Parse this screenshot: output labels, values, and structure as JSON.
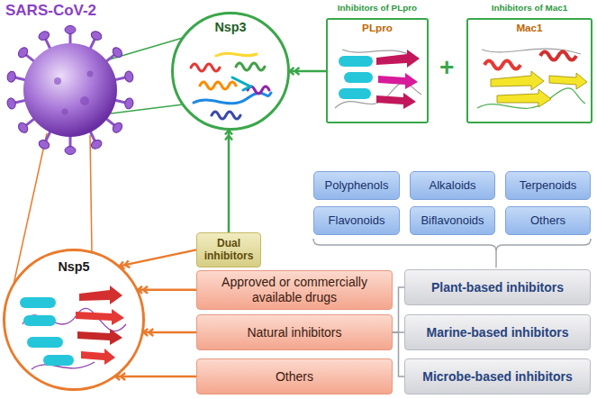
{
  "diagram": {
    "nodes": [
      {
        "text": [
          "Nsp3"
        ]
      },
      {
        "text": [
          "Inhibitors of PLpro",
          "PLpro"
        ]
      },
      {
        "text": [
          "Inhibitors of Mac1",
          "Mac1"
        ]
      },
      {
        "text": [
          "Polyphenols"
        ]
      },
      {
        "text": [
          "Alkaloids"
        ]
      },
      {
        "text": [
          "Terpenoids"
        ]
      },
      {
        "text": [
          "Flavonoids"
        ]
      },
      {
        "text": [
          "Biflavonoids"
        ]
      },
      {
        "text": [
          "Others"
        ]
      },
      {
        "text": [
          "Dual inhibitors"
        ]
      },
      {
        "text": [
          "Nsp5"
        ]
      },
      {
        "text": [
          "Approved or commercially available drugs"
        ]
      },
      {
        "text": [
          "Plant-based inhibitors"
        ]
      },
      {
        "text": [
          "Natural inhibitors"
        ]
      },
      {
        "text": [
          "Marine-based inhibitors"
        ]
      },
      {
        "text": [
          "Others"
        ]
      },
      {
        "text": [
          "Microbe-based inhibitors"
        ]
      }
    ],
    "edges": [
      {
        "from": 1,
        "to": 0,
        "arrow": "to"
      },
      {
        "from": 9,
        "to": 0,
        "arrow": "to"
      },
      {
        "from": 9,
        "to": 10,
        "arrow": "to"
      },
      {
        "from": 11,
        "to": 10,
        "arrow": "to"
      },
      {
        "from": 13,
        "to": 10,
        "arrow": "to"
      },
      {
        "from": 15,
        "to": 10,
        "arrow": "to"
      },
      {
        "from": 13,
        "to": 12,
        "arrow": "none"
      },
      {
        "from": 13,
        "to": 14,
        "arrow": "none"
      },
      {
        "from": 13,
        "to": 16,
        "arrow": "none"
      }
    ],
    "labels": [
      "SARS-CoV-2",
      "+"
    ]
  }
}
